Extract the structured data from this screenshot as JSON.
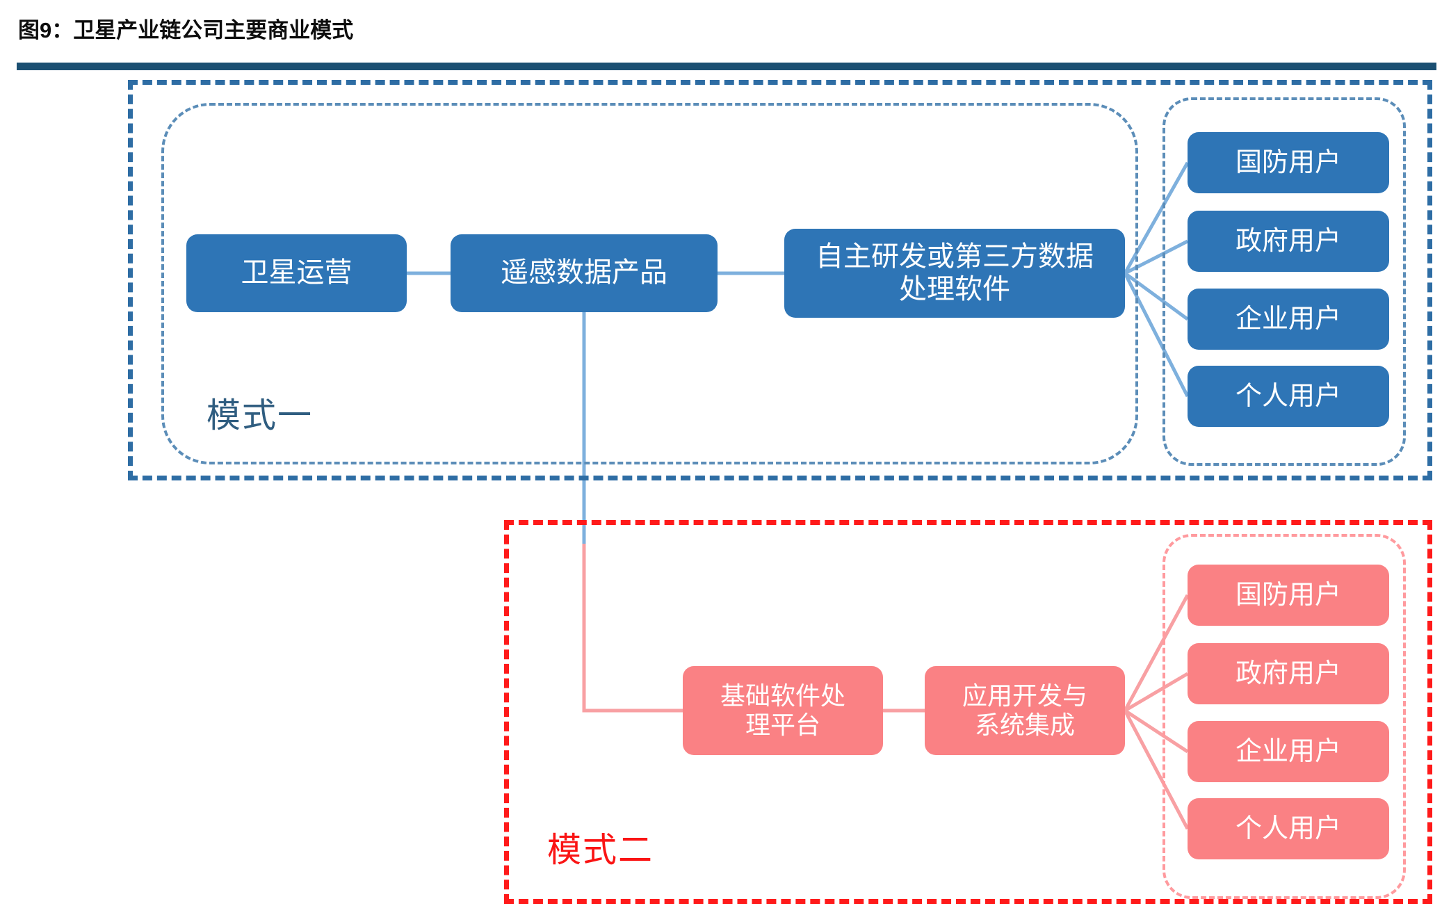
{
  "header": {
    "figure_label": "图9：",
    "title": "卫星产业链公司主要商业模式",
    "full_title": "图9：卫星产业链公司主要商业模式",
    "rule_color": "#1b4f72"
  },
  "colors": {
    "blue_node": "#2e75b6",
    "blue_border": "#2e6da4",
    "blue_inner_dash": "#5b8db8",
    "pink_node": "#fa8184",
    "red_border": "#ff1a1a",
    "pink_inner_dash": "#ff9a9e",
    "mode1_label": "#2f5d80",
    "mode2_label": "#fa1414",
    "connector_blue": "#7eb0dd",
    "connector_pink": "#f8a0a3"
  },
  "mode1": {
    "label": "模式一",
    "chain": [
      {
        "id": "satellite-operation",
        "text": "卫星运营"
      },
      {
        "id": "remote-sensing-data-product",
        "text": "遥感数据产品"
      },
      {
        "id": "data-processing-software",
        "text": "自主研发或第三方数据\n处理软件"
      }
    ],
    "users": [
      {
        "id": "defense-user",
        "text": "国防用户"
      },
      {
        "id": "government-user",
        "text": "政府用户"
      },
      {
        "id": "enterprise-user",
        "text": "企业用户"
      },
      {
        "id": "individual-user",
        "text": "个人用户"
      }
    ]
  },
  "mode2": {
    "label": "模式二",
    "chain": [
      {
        "id": "basic-software-platform",
        "text": "基础软件处\n理平台"
      },
      {
        "id": "app-dev-system-integration",
        "text": "应用开发与\n系统集成"
      }
    ],
    "users": [
      {
        "id": "defense-user",
        "text": "国防用户"
      },
      {
        "id": "government-user",
        "text": "政府用户"
      },
      {
        "id": "enterprise-user",
        "text": "企业用户"
      },
      {
        "id": "individual-user",
        "text": "个人用户"
      }
    ]
  }
}
